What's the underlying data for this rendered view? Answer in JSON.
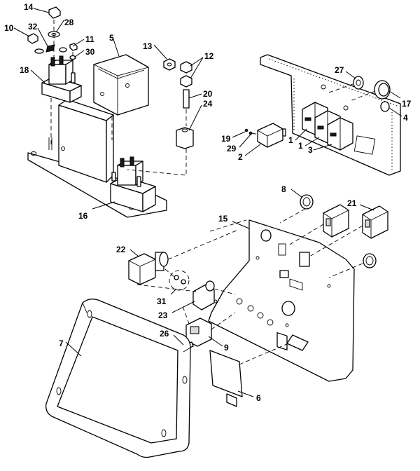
{
  "callouts": {
    "c1a": "1",
    "c1b": "1",
    "c2": "2",
    "c3": "3",
    "c4": "4",
    "c5": "5",
    "c6": "6",
    "c7": "7",
    "c8": "8",
    "c9": "9",
    "c10": "10",
    "c11": "11",
    "c12": "12",
    "c13": "13",
    "c14": "14",
    "c15": "15",
    "c16": "16",
    "c17": "17",
    "c18": "18",
    "c19": "19",
    "c20": "20",
    "c21": "21",
    "c22": "22",
    "c23": "23",
    "c24": "24",
    "c26": "26",
    "c27": "27",
    "c28": "28",
    "c29": "29",
    "c30": "30",
    "c31": "31",
    "c32": "32"
  }
}
